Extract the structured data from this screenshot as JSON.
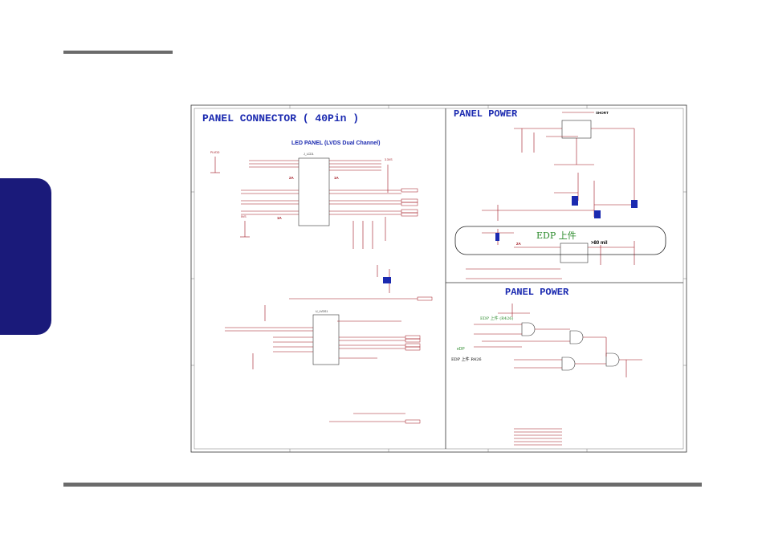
{
  "sheet": {
    "panel_connector_title": "PANEL CONNECTOR ( 40Pin )",
    "led_panel_caption": "LED PANEL (LVDS Dual Channel)",
    "panel_power_title_top": "PANEL POWER",
    "panel_power_title_bottom": "PANEL POWER",
    "edp_label": "EDP 上件",
    "mil_note": ">80 mil",
    "short_label": "SHORT",
    "current_2a": "2A",
    "current_1a": "1A",
    "edp_r426": "EDP 上件 R426",
    "edp_r426_small": "EDP 上件 (R426)",
    "edp_small": "eDP",
    "connector_ref": "J_LCD1",
    "ic_ref": "U_LVDS1",
    "net_3v3": "3.3VS",
    "net_5v": "5VS",
    "net_plvdd": "PLVDD"
  },
  "colors": {
    "wire": "#a0141e",
    "title_blue": "#1b2ab0",
    "edp_green": "#2a8a2a",
    "frame": "#333333",
    "sidetab": "#1a1a7a",
    "rule": "#6b6b6b"
  }
}
